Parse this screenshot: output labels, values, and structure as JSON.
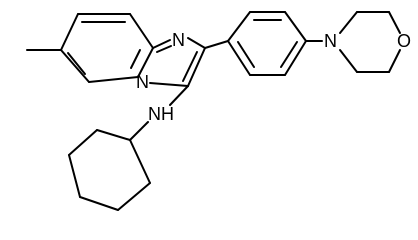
{
  "molecule": {
    "atoms": [
      {
        "id": "n_imid",
        "label": "N"
      },
      {
        "id": "n_bridge",
        "label": "N"
      },
      {
        "id": "n_morph",
        "label": "N"
      },
      {
        "id": "o_morph",
        "label": "O"
      },
      {
        "id": "nh_amine",
        "label": "NH"
      }
    ],
    "colors": {
      "bond": "#000000",
      "label": "#000000",
      "background": "#ffffff"
    }
  }
}
